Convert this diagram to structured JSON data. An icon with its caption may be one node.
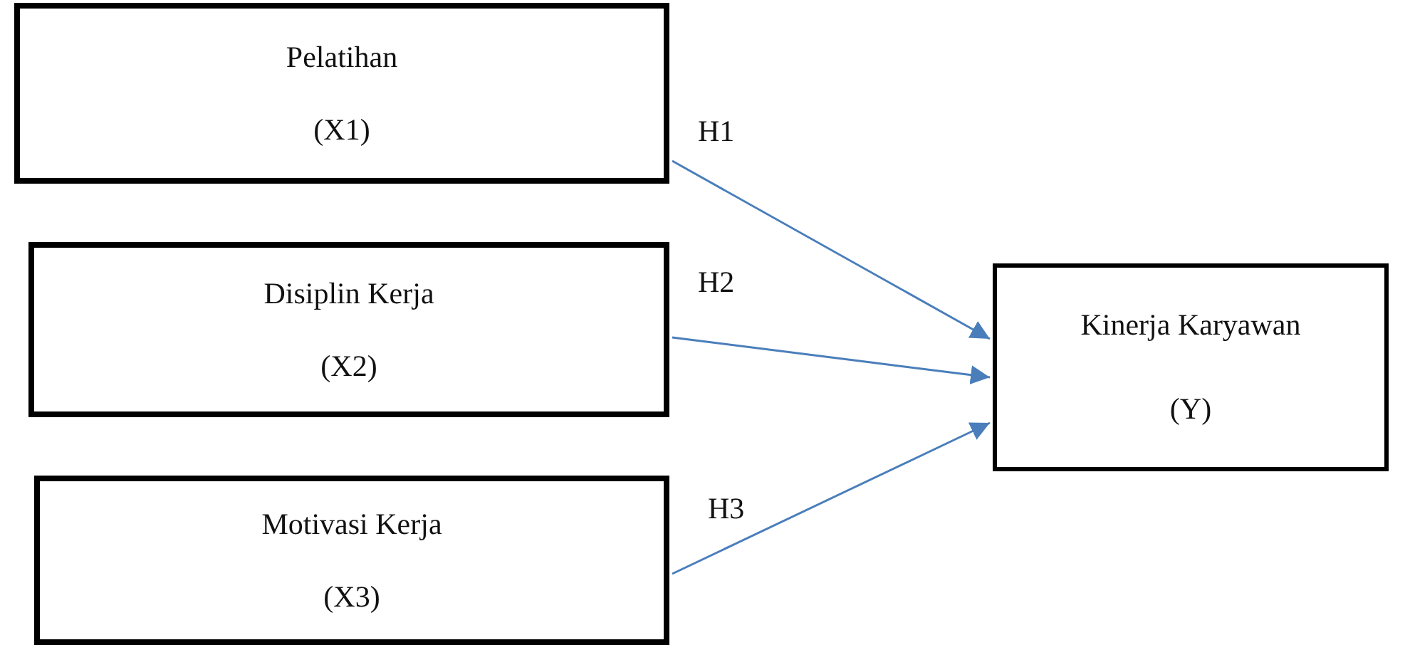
{
  "diagram": {
    "nodes": [
      {
        "text": [
          "Pelatihan",
          "(X1)"
        ]
      },
      {
        "text": [
          "Disiplin Kerja",
          "(X2)"
        ]
      },
      {
        "text": [
          "Motivasi Kerja",
          "(X3)"
        ]
      },
      {
        "text": [
          "Kinerja Karyawan",
          "(Y)"
        ]
      }
    ],
    "edges": [
      {
        "from": 0,
        "to": 3,
        "arrow": "to",
        "label": "H1"
      },
      {
        "from": 1,
        "to": 3,
        "arrow": "to",
        "label": "H2"
      },
      {
        "from": 2,
        "to": 3,
        "arrow": "to",
        "label": "H3"
      }
    ]
  }
}
